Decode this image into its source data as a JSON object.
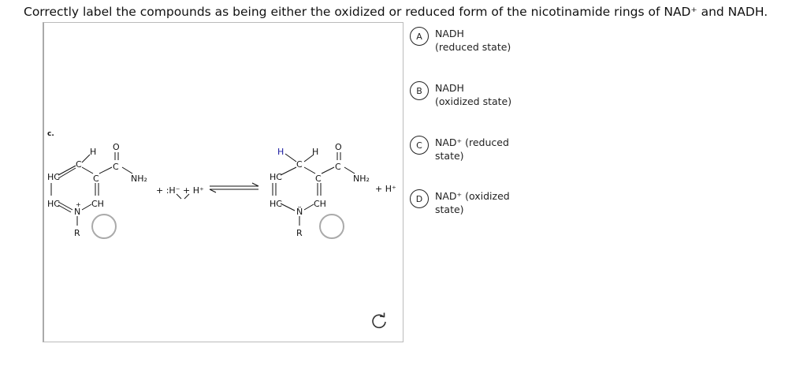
{
  "question": "Correctly label the compounds as being either the oxidized or reduced form of the nicotinamide rings of NAD⁺ and NADH.",
  "part_label": "c.",
  "left": {
    "hc_top": "HC",
    "c4": "C",
    "h": "H",
    "c3": "C",
    "c_amide": "C",
    "o": "O",
    "nh2": "NH₂",
    "hc_bottom": "HC",
    "n": "N",
    "n_charge": "+",
    "ch": "CH",
    "r": "R"
  },
  "reagents": "+ :H⁻ + H⁺",
  "right": {
    "h_blue": "H",
    "h": "H",
    "c4": "C",
    "hc_top": "HC",
    "c3": "C",
    "c_amide": "C",
    "o": "O",
    "nh2": "NH₂",
    "hc_bottom": "HC",
    "n": "N̈",
    "ch": "CH",
    "r": "R",
    "product_extra": "+ H⁺"
  },
  "options": [
    {
      "letter": "A",
      "label": "NADH",
      "sub": "(reduced state)"
    },
    {
      "letter": "B",
      "label": "NADH",
      "sub": "(oxidized state)"
    },
    {
      "letter": "C",
      "label": "NAD⁺ (reduced",
      "sub": "state)"
    },
    {
      "letter": "D",
      "label": "NAD⁺ (oxidized",
      "sub": "state)"
    }
  ],
  "colors": {
    "hydride": "#1a1aa0"
  }
}
